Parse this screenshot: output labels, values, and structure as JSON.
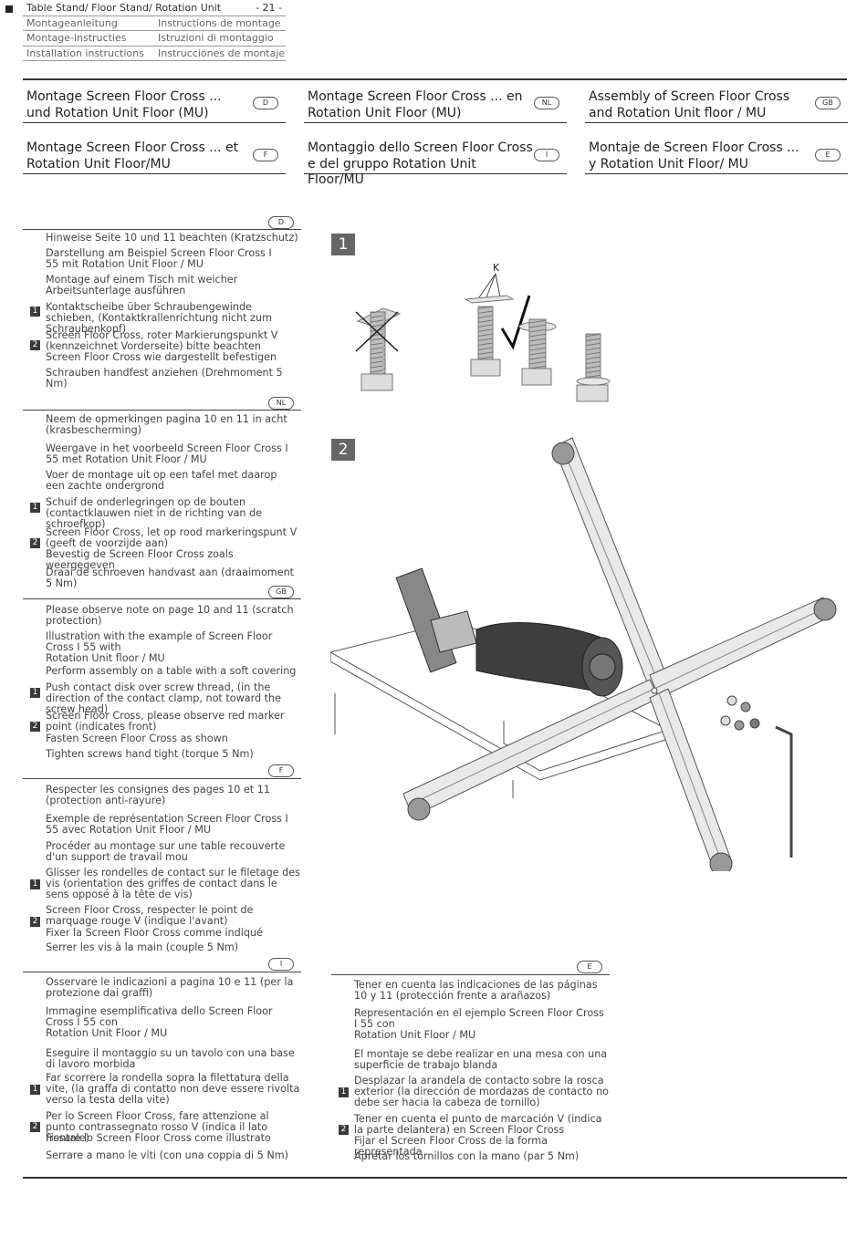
{
  "header": {
    "rows": [
      {
        "c1": "Table Stand/ Floor Stand/ Rotation Unit",
        "page": "- 21 -"
      },
      {
        "c1": "Montageanleitung",
        "c2": "Instructions de montage"
      },
      {
        "c1": "Montage-instructies",
        "c2": "Istruzioni di montaggio"
      },
      {
        "c1": "Installation instructions",
        "c2": "Instrucciones de montaje"
      }
    ]
  },
  "titles": [
    {
      "text": "Montage  Screen Floor Cross ... und Rotation Unit Floor (MU)",
      "lang": "D"
    },
    {
      "text": "Montage  Screen Floor Cross ... en Rotation Unit Floor (MU)",
      "lang": "NL"
    },
    {
      "text": "Assembly of Screen Floor Cross and Rotation Unit floor / MU",
      "lang": "GB"
    },
    {
      "text": "Montage Screen Floor Cross ... et Rotation Unit Floor/MU",
      "lang": "F"
    },
    {
      "text": "Montaggio dello Screen Floor Cross e del gruppo Rotation Unit Floor/MU",
      "lang": "I"
    },
    {
      "text": "Montaje de Screen Floor Cross ... y Rotation Unit Floor/ MU",
      "lang": "E"
    }
  ],
  "sections": [
    {
      "lang": "D",
      "items": [
        {
          "text": "Hinweise Seite 10 und 11 beachten (Kratzschutz)"
        },
        {
          "text": "Darstellung am Beispiel Screen Floor Cross I 55 mit Rotation Unit Floor / MU"
        },
        {
          "text": "Montage auf einem Tisch mit weicher Arbeitsunterlage ausführen"
        },
        {
          "text": "Kontaktscheibe über Schraubengewinde schieben, (Kontaktkrallenrichtung nicht zum Schraubenkopf)",
          "step": "1"
        },
        {
          "text": "Screen Floor Cross, roter Markierungspunkt V (kennzeichnet Vorderseite) bitte beachten",
          "step": "2"
        },
        {
          "text": "Screen Floor Cross  wie dargestellt befestigen"
        },
        {
          "text": "Schrauben handfest anziehen (Drehmoment 5 Nm)"
        }
      ]
    },
    {
      "lang": "NL",
      "items": [
        {
          "text": "Neem de opmerkingen pagina 10 en 11 in acht (krasbescherming)"
        },
        {
          "text": "Weergave in het voorbeeld Screen Floor Cross I 55 met Rotation Unit Floor / MU"
        },
        {
          "text": "Voer de montage uit op een tafel met daarop een zachte ondergrond"
        },
        {
          "text": "Schuif de onderlegringen op de bouten (contactklauwen niet in de richting van de schroefkop)",
          "step": "1"
        },
        {
          "text": "Screen Floor Cross, let op rood markeringspunt V (geeft de voorzijde aan)",
          "step": "2"
        },
        {
          "text": "Bevestig de Screen Floor Cross zoals weergegeven"
        },
        {
          "text": "Draai de schroeven handvast aan (draaimoment 5 Nm)"
        }
      ]
    },
    {
      "lang": "GB",
      "items": [
        {
          "text": "Please observe note on page 10 and 11 (scratch protection)"
        },
        {
          "text": "Illustration with the example of Screen Floor Cross I 55 with"
        },
        {
          "text": "Rotation Unit floor / MU"
        },
        {
          "text": "Perform assembly on a table with a soft covering"
        },
        {
          "text": "Push contact disk over screw thread, (in the direction of the contact clamp, not toward the screw head)",
          "step": "1"
        },
        {
          "text": "Screen Floor Cross, please observe red marker point (indicates front)",
          "step": "2"
        },
        {
          "text": "Fasten Screen Floor Cross as shown"
        },
        {
          "text": "Tighten screws hand tight (torque 5 Nm)"
        }
      ]
    },
    {
      "lang": "F",
      "items": [
        {
          "text": "Respecter les consignes des pages 10 et 11 (protection anti-rayure)"
        },
        {
          "text": "Exemple de représentation Screen Floor Cross I 55 avec Rotation Unit Floor / MU"
        },
        {
          "text": "Procéder au montage sur une table recouverte d'un support de travail mou"
        },
        {
          "text": "Glisser les rondelles de contact sur le filetage des vis (orientation des griffes de contact dans le sens opposé à la tête de vis)",
          "step": "1"
        },
        {
          "text": "Screen Floor Cross, respecter le point de marquage rouge V (indique l'avant)",
          "step": "2"
        },
        {
          "text": "Fixer la Screen Floor Cross comme indiqué"
        },
        {
          "text": "Serrer les vis à la main (couple 5 Nm)"
        }
      ]
    },
    {
      "lang": "I",
      "items": [
        {
          "text": "Osservare le indicazioni a pagina 10 e 11 (per la protezione dai graffi)"
        },
        {
          "text": "Immagine esemplificativa dello Screen Floor Cross I 55 con"
        },
        {
          "text": "Rotation Unit Floor / MU"
        },
        {
          "text": "Eseguire il montaggio su un tavolo con una base di lavoro morbida"
        },
        {
          "text": "Far scorrere la rondella sopra la filettatura della vite, (la graffa di contatto non deve essere rivolta verso la testa della vite)",
          "step": "1"
        },
        {
          "text": "Per lo Screen Floor Cross, fare attenzione al punto contrassegnato rosso V (indica il lato frontale)",
          "step": "2"
        },
        {
          "text": "Fissare lo Screen Floor Cross come illustrato"
        },
        {
          "text": "Serrare a mano le viti (con una coppia di 5 Nm)"
        }
      ]
    },
    {
      "lang": "E",
      "items": [
        {
          "text": "Tener en cuenta las indicaciones de las páginas 10 y 11 (protección frente a arañazos)"
        },
        {
          "text": "Representación en el ejemplo Screen Floor Cross I 55 con"
        },
        {
          "text": "Rotation Unit Floor / MU"
        },
        {
          "text": "El montaje se debe realizar en una mesa con una superficie de trabajo blanda"
        },
        {
          "text": "Desplazar la arandela de contacto sobre la rosca exterior (la dirección de mordazas de contacto no debe ser hacia la cabeza de tornillo)",
          "step": "1"
        },
        {
          "text": "Tener en cuenta el punto de marcación V (indica la parte delantera) en Screen Floor Cross",
          "step": "2"
        },
        {
          "text": "Fijar el Screen Floor Cross de la forma representada"
        },
        {
          "text": "Apretar los tornillos con la mano (par 5 Nm)"
        }
      ]
    }
  ],
  "figures": {
    "step1_label": "1",
    "step2_label": "2",
    "k_label": "K"
  }
}
